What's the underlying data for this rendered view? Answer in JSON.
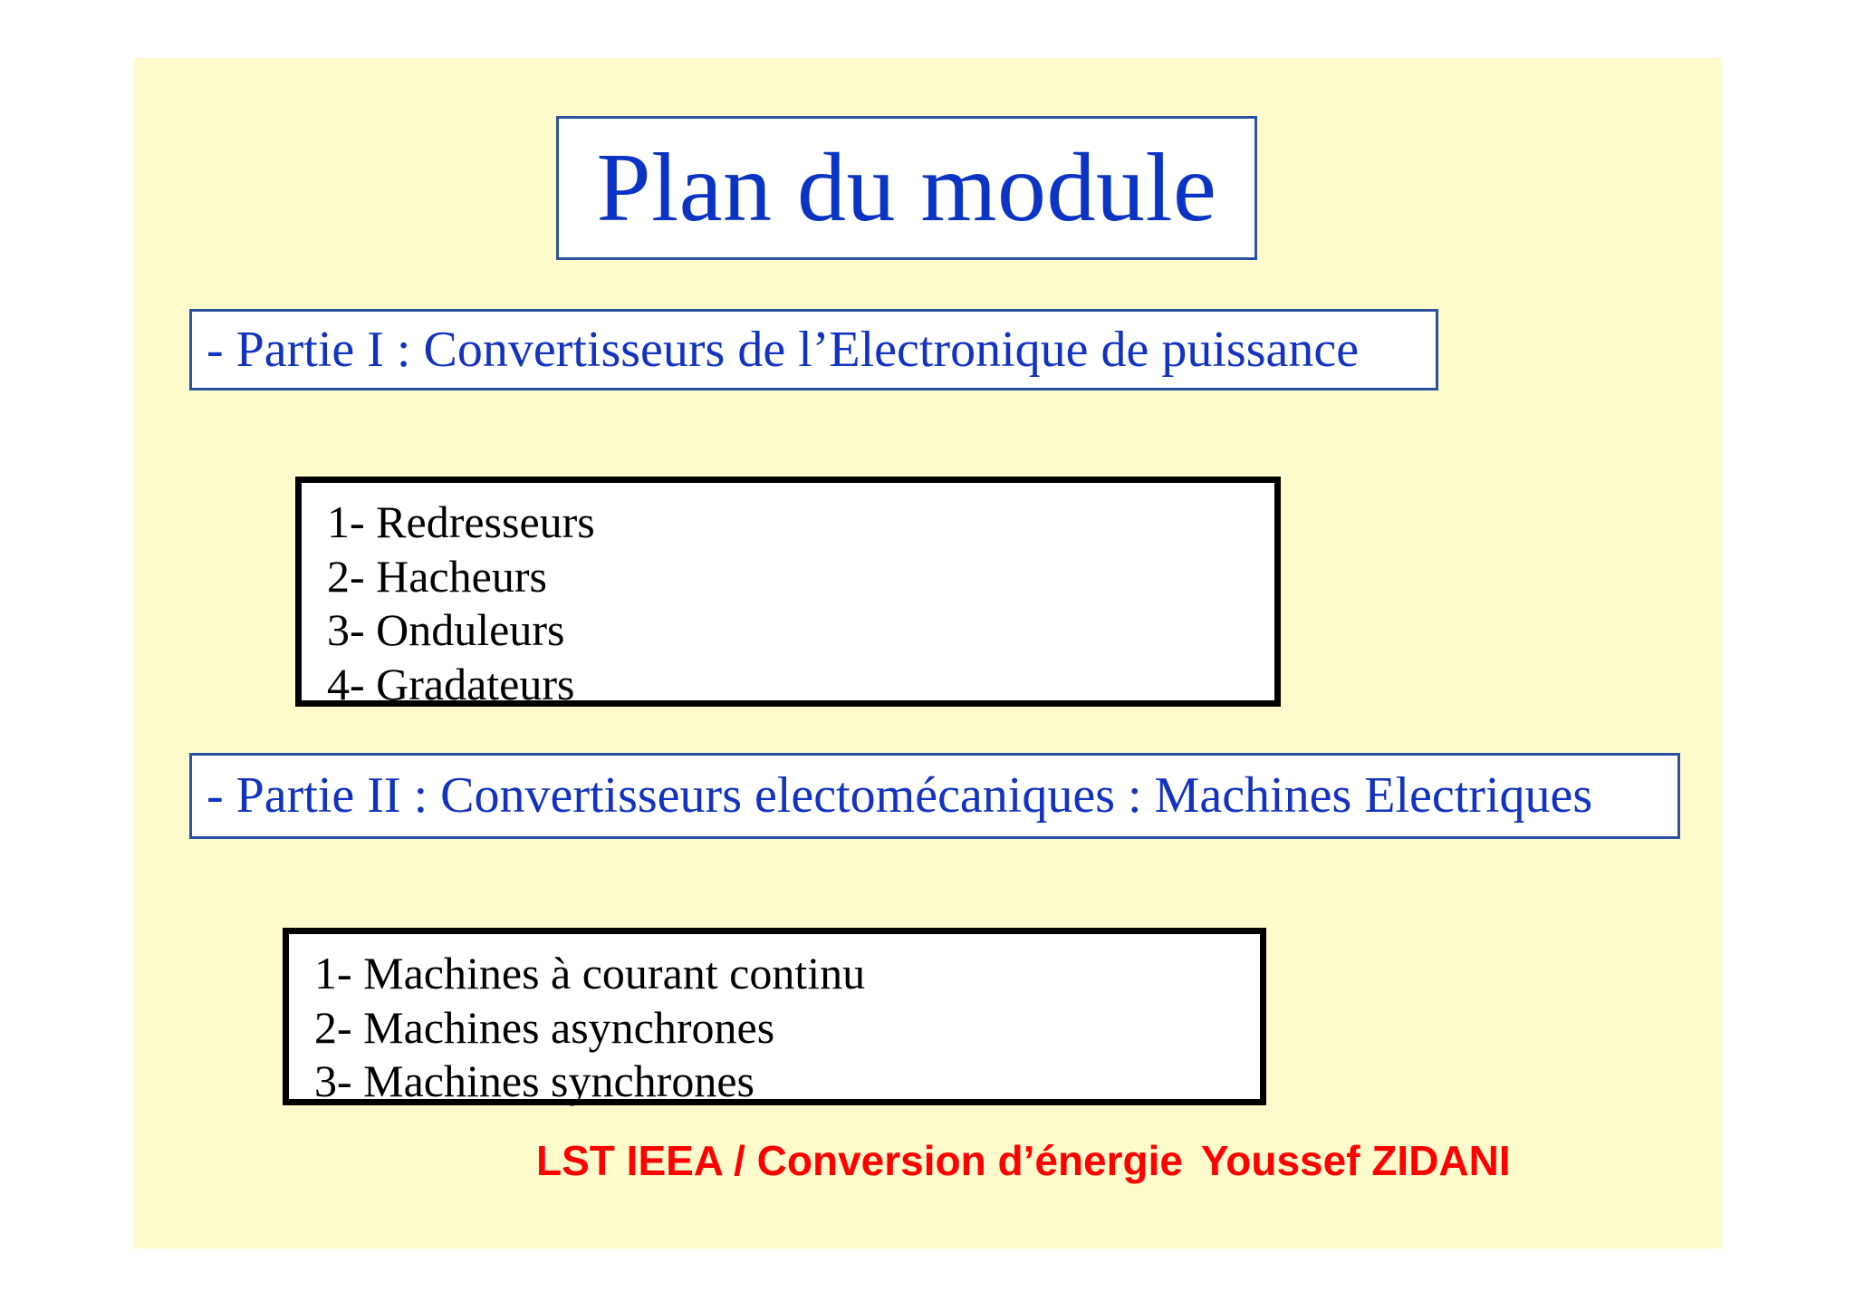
{
  "slide": {
    "background_color": "#fdfbcc",
    "title": "Plan du module",
    "title_color": "#0b34c4",
    "parts": [
      {
        "heading": "- Partie I : Convertisseurs de l’Electronique de puissance",
        "heading_color": "#1233c2",
        "items": [
          "1- Redresseurs",
          "2- Hacheurs",
          "3- Onduleurs",
          "4- Gradateurs"
        ]
      },
      {
        "heading": "- Partie II : Convertisseurs electomécaniques : Machines Electriques",
        "heading_color": "#1233c2",
        "items": [
          "1- Machines à courant continu",
          "2- Machines asynchrones",
          "3- Machines synchrones"
        ]
      }
    ],
    "footer": {
      "course": "LST IEEA / Conversion d’énergie",
      "author": "Youssef ZIDANI",
      "color": "#ff0000"
    }
  }
}
